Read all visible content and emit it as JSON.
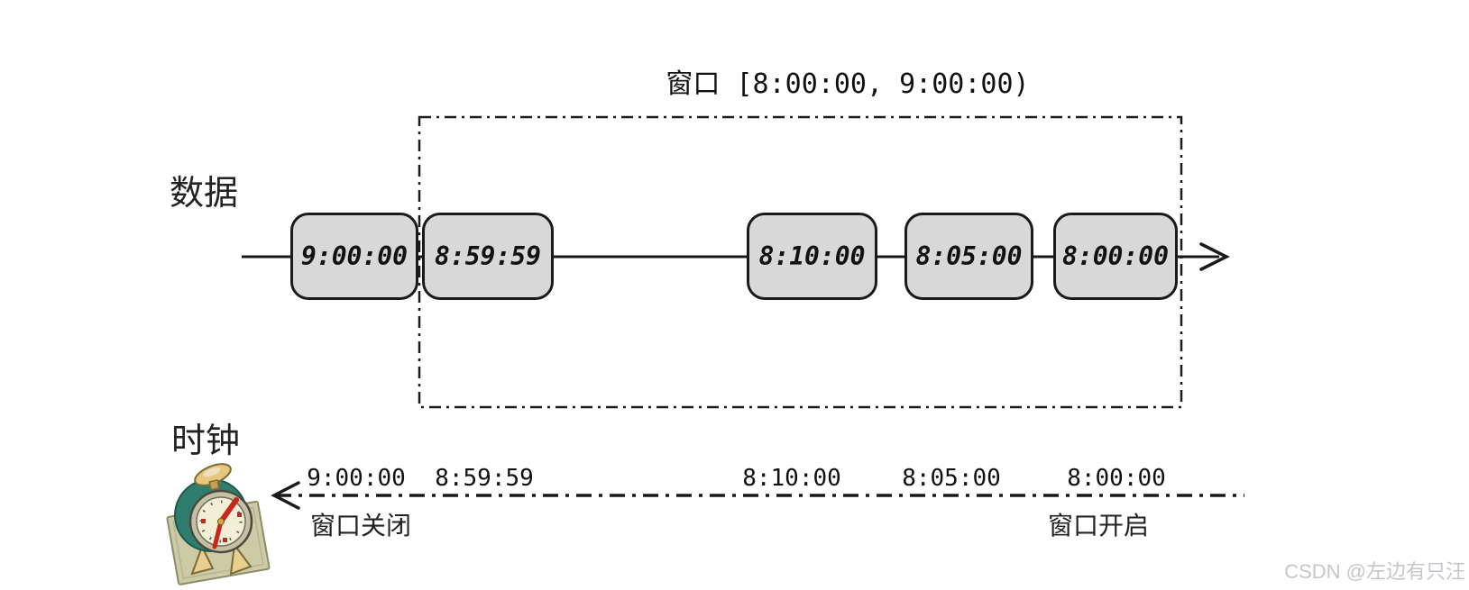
{
  "window": {
    "title": "窗口 [8:00:00, 9:00:00)",
    "start": "8:00:00",
    "end": "9:00:00"
  },
  "data_row": {
    "label": "数据",
    "events": [
      {
        "time": "9:00:00"
      },
      {
        "time": "8:59:59"
      },
      {
        "time": "8:10:00"
      },
      {
        "time": "8:05:00"
      },
      {
        "time": "8:00:00"
      }
    ]
  },
  "clock_row": {
    "label": "时钟",
    "icon": "alarm-clock-icon",
    "ticks": [
      "9:00:00",
      "8:59:59",
      "8:10:00",
      "8:05:00",
      "8:00:00"
    ],
    "window_close_label": "窗口关闭",
    "window_open_label": "窗口开启"
  },
  "watermark": "CSDN @左边有只汪",
  "colors": {
    "background": "#ffffff",
    "line": "#1a1a1a",
    "event_box_fill": "#d8d8d8",
    "event_box_border": "#1a1a1a",
    "watermark_text": "#c3c7cb",
    "clock_teal": "#2f7e6d",
    "clock_red": "#c6281c",
    "clock_gold": "#e5c87e",
    "clock_pad": "#cdcaa6"
  }
}
